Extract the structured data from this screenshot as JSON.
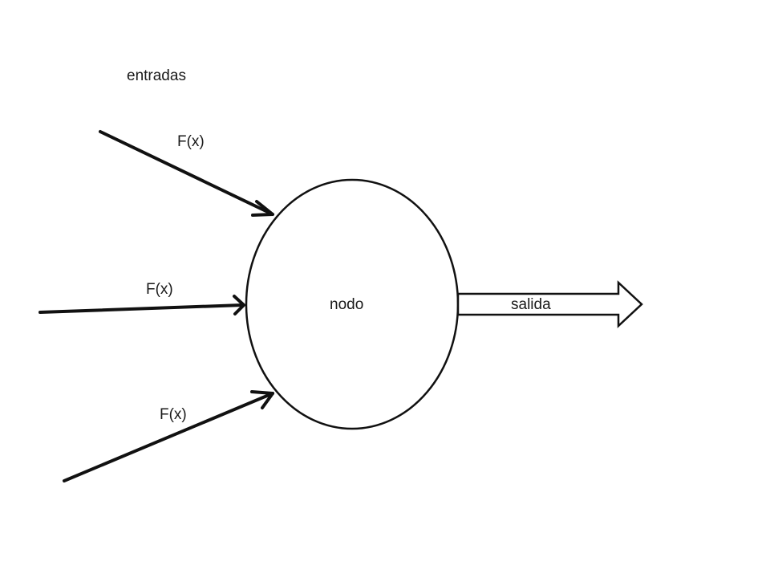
{
  "inputs_heading": "entradas",
  "inputs": [
    {
      "label": "F(x)"
    },
    {
      "label": "F(x)"
    },
    {
      "label": "F(x)"
    }
  ],
  "node": {
    "label": "nodo"
  },
  "output": {
    "label": "salida"
  },
  "colors": {
    "stroke": "#111111",
    "text": "#1a1a1a",
    "background": "#ffffff"
  }
}
